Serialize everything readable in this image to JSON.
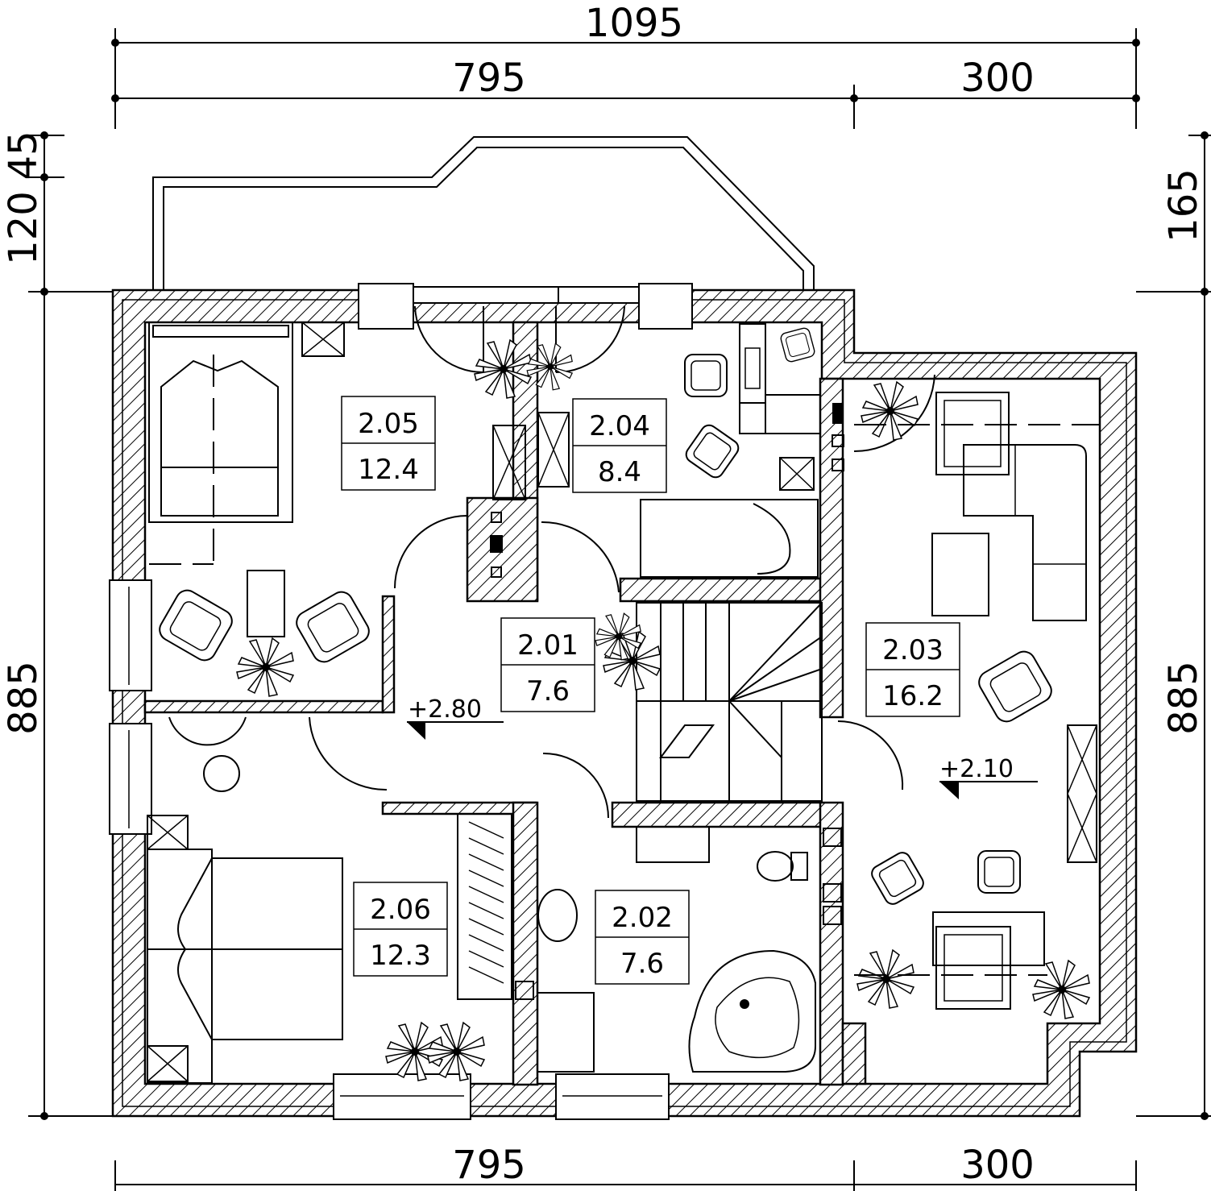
{
  "dimensions": {
    "top_total": "1095",
    "top_left": "795",
    "top_right": "300",
    "bottom_left": "795",
    "bottom_right": "300",
    "left_total": "885",
    "left_upper_a": "120",
    "left_upper_b": "45",
    "right_total": "885",
    "right_upper": "165"
  },
  "rooms": [
    {
      "number": "2.05",
      "area": "12.4"
    },
    {
      "number": "2.04",
      "area": "8.4"
    },
    {
      "number": "2.01",
      "area": "7.6"
    },
    {
      "number": "2.03",
      "area": "16.2"
    },
    {
      "number": "2.06",
      "area": "12.3"
    },
    {
      "number": "2.02",
      "area": "7.6"
    }
  ],
  "levels": [
    {
      "value": "+2.80"
    },
    {
      "value": "+2.10"
    }
  ]
}
